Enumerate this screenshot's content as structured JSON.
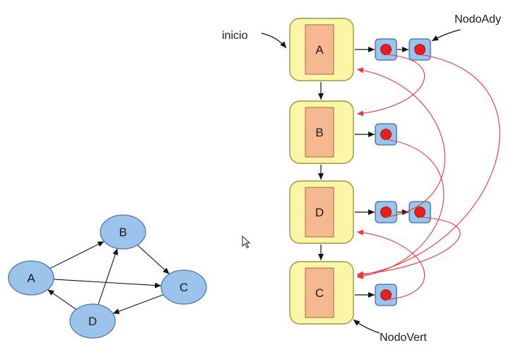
{
  "colors": {
    "graph_node_fill": "#9cc3ea",
    "graph_node_stroke": "#4a78a8",
    "vertex_box_fill": "#fbf5a8",
    "vertex_box_stroke": "#9a9640",
    "vertex_inner_fill": "#f5b890",
    "vertex_inner_stroke": "#a56a45",
    "adj_box_fill": "#9cc3ea",
    "adj_box_stroke": "#3f6f9f",
    "adj_dot_fill": "#e61e1e",
    "red_arrow": "#e8373f",
    "black_arrow": "#111111"
  },
  "graph": {
    "nodes": [
      {
        "id": "A",
        "label": "A"
      },
      {
        "id": "B",
        "label": "B"
      },
      {
        "id": "C",
        "label": "C"
      },
      {
        "id": "D",
        "label": "D"
      }
    ],
    "edges": [
      {
        "from": "A",
        "to": "B"
      },
      {
        "from": "A",
        "to": "C"
      },
      {
        "from": "B",
        "to": "C"
      },
      {
        "from": "D",
        "to": "B"
      },
      {
        "from": "D",
        "to": "A"
      },
      {
        "from": "C",
        "to": "D"
      }
    ]
  },
  "list": {
    "vertices": [
      {
        "id": "A",
        "label": "A",
        "adjacent": [
          "B",
          "C"
        ]
      },
      {
        "id": "B",
        "label": "B",
        "adjacent": [
          "C"
        ]
      },
      {
        "id": "D",
        "label": "D",
        "adjacent": [
          "A",
          "C"
        ]
      },
      {
        "id": "C",
        "label": "C",
        "adjacent": [
          "D"
        ]
      }
    ],
    "labels": {
      "start": "inicio",
      "adjacency_node": "NodoAdy",
      "vertex_node": "NodoVert"
    }
  },
  "cursor": {
    "icon": "pointer-cursor-icon"
  }
}
